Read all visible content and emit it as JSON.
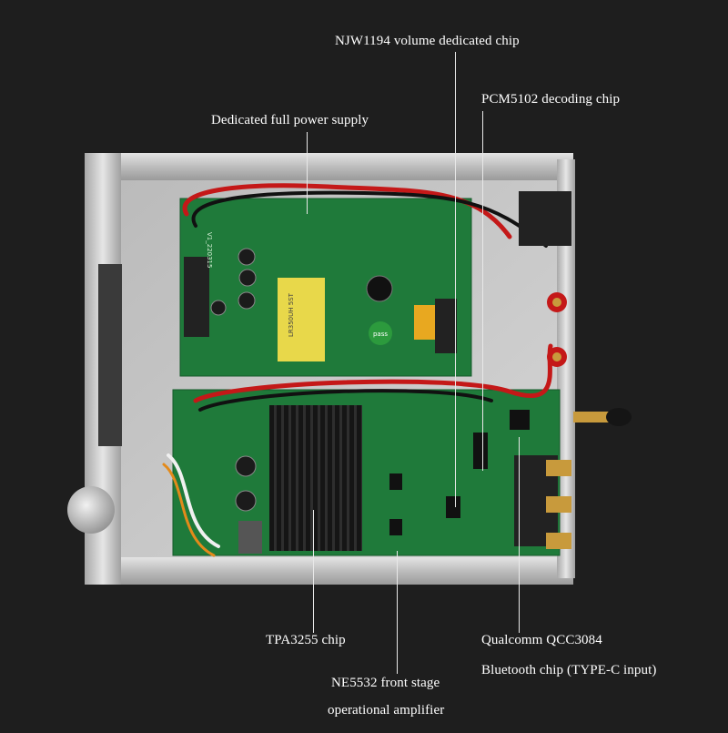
{
  "annotations": {
    "volume_chip": "NJW1194 volume dedicated chip",
    "decoding_chip": "PCM5102 decoding chip",
    "power_supply": "Dedicated full power supply",
    "amp_chip": "TPA3255 chip",
    "front_stage_line1": "NE5532 front stage",
    "front_stage_line2": "operational amplifier",
    "bluetooth_line1": "Qualcomm QCC3084",
    "bluetooth_line2": "Bluetooth chip (TYPE-C input)"
  },
  "board_markings": {
    "psu_label": "V1_220315",
    "cap_label": "pass",
    "transformer_label": "LR350UH 5ST"
  },
  "colors": {
    "background": "#1e1e1e",
    "chassis": "#c8c8c8",
    "pcb": "#1f7a3a",
    "heatsink": "#1a1a1a",
    "transformer": "#e8d84a",
    "rca_red": "#c41818",
    "rca_gold": "#c89a3c"
  }
}
